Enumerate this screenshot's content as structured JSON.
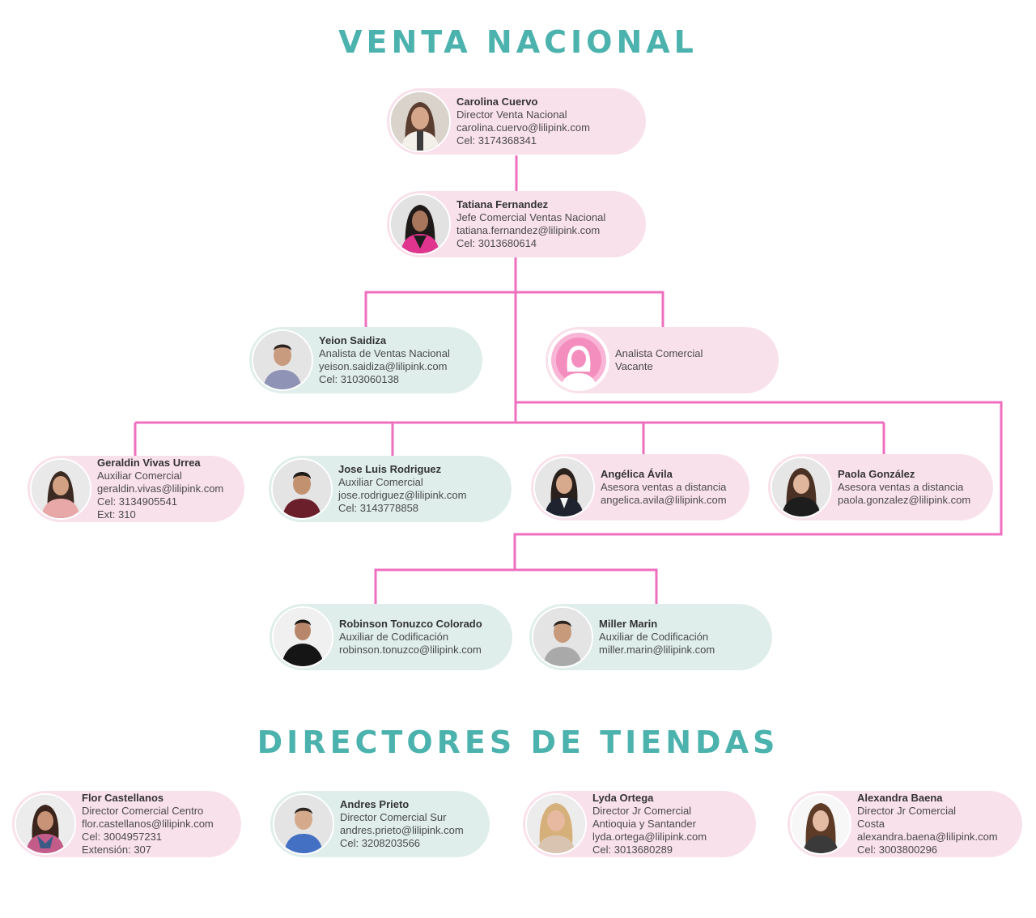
{
  "titles": {
    "venta_nacional": "VENTA NACIONAL",
    "directores": "DIRECTORES DE TIENDAS"
  },
  "colors": {
    "title": "#4bb2ad",
    "connector": "#ef6fbf",
    "card_pink": "#f9e1ec",
    "card_teal": "#dfeeeb"
  },
  "venta": {
    "carolina": {
      "name": "Carolina Cuervo",
      "role": "Director Venta Nacional",
      "email": "carolina.cuervo@lilipink.com",
      "phone": "Cel: 3174368341"
    },
    "tatiana": {
      "name": "Tatiana Fernandez",
      "role": "Jefe Comercial Ventas Nacional",
      "email": "tatiana.fernandez@lilipink.com",
      "phone": "Cel: 3013680614"
    },
    "yeion": {
      "name": "Yeion Saidiza",
      "role": "Analista de Ventas Nacional",
      "email": "yeison.saidiza@lilipink.com",
      "phone": "Cel: 3103060138"
    },
    "vacante": {
      "role": "Analista Comercial",
      "status": "Vacante"
    },
    "geraldin": {
      "name": "Geraldin Vivas Urrea",
      "role": "Auxiliar Comercial",
      "email": "geraldin.vivas@lilipink.com",
      "phone": "Cel: 3134905541",
      "ext": "Ext: 310"
    },
    "jose": {
      "name": "Jose Luis Rodriguez",
      "role": "Auxiliar Comercial",
      "email": "jose.rodriguez@lilipink.com",
      "phone": "Cel: 3143778858"
    },
    "angelica": {
      "name": "Angélica Ávila",
      "role": "Asesora ventas a distancia",
      "email": "angelica.avila@lilipink.com"
    },
    "paola": {
      "name": "Paola González",
      "role": "Asesora ventas a distancia",
      "email": "paola.gonzalez@lilipink.com"
    },
    "robinson": {
      "name": "Robinson Tonuzco Colorado",
      "role": "Auxiliar de Codificación",
      "email": "robinson.tonuzco@lilipink.com"
    },
    "miller": {
      "name": "Miller Marin",
      "role": "Auxiliar de Codificación",
      "email": "miller.marin@lilipink.com"
    }
  },
  "directores": {
    "flor": {
      "name": "Flor Castellanos",
      "role": "Director Comercial Centro",
      "email": "flor.castellanos@lilipink.com",
      "phone": "Cel: 3004957231",
      "ext": "Extensión: 307"
    },
    "andres": {
      "name": "Andres Prieto",
      "role": "Director Comercial Sur",
      "email": "andres.prieto@lilipink.com",
      "phone": "Cel: 3208203566"
    },
    "lyda": {
      "name": "Lyda Ortega",
      "role": "Director Jr Comercial",
      "region": "Antioquia y Santander",
      "email": "lyda.ortega@lilipink.com",
      "phone": "Cel: 3013680289"
    },
    "alexandra": {
      "name": "Alexandra Baena",
      "role": "Director Jr Comercial",
      "region": "Costa",
      "email": "alexandra.baena@lilipink.com",
      "phone": "Cel: 3003800296"
    }
  }
}
